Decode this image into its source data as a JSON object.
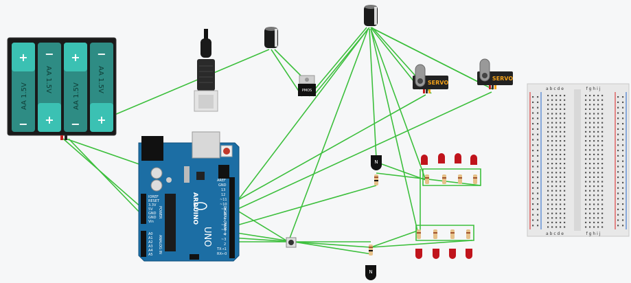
{
  "battery": {
    "cells": [
      {
        "label": "AA 1.5V",
        "top": "+",
        "bottom": "−"
      },
      {
        "label": "AA 1.5V",
        "top": "−",
        "bottom": "+"
      },
      {
        "label": "AA 1.5V",
        "top": "+",
        "bottom": "−"
      },
      {
        "label": "AA 1.5V",
        "top": "−",
        "bottom": "+"
      }
    ]
  },
  "regulator": {
    "label": "PMOS"
  },
  "servos": [
    {
      "label": "SERVO"
    },
    {
      "label": "SERVO"
    }
  ],
  "transistors": [
    {
      "label": "N"
    },
    {
      "label": "N"
    }
  ],
  "arduino": {
    "brand": "ARDUINO",
    "model": "UNO",
    "power_labels": [
      "IOREF",
      "RESET",
      "3.3V",
      "5V",
      "GND",
      "GND",
      "Vin"
    ],
    "analog_labels": [
      "A0",
      "A1",
      "A2",
      "A3",
      "A4",
      "A5"
    ],
    "digital_labels": [
      "AREF",
      "GND",
      "13",
      "12",
      "~11",
      "~10",
      "~9",
      "8",
      "7",
      "~6",
      "~5",
      "4",
      "~3",
      "2",
      "TX→1",
      "RX←0"
    ],
    "section_power": "POWER",
    "section_analog": "ANALOG IN",
    "section_digital": "DIGITAL (PWM~)"
  },
  "breadboard": {
    "columns_left": "a b c d e",
    "columns_right": "f g h i j"
  },
  "colors": {
    "wire": "#3cbf3c",
    "arduino": "#1c6ea4",
    "battery": "#2e8c84",
    "led": "#c0141c",
    "servo": "#222222"
  }
}
